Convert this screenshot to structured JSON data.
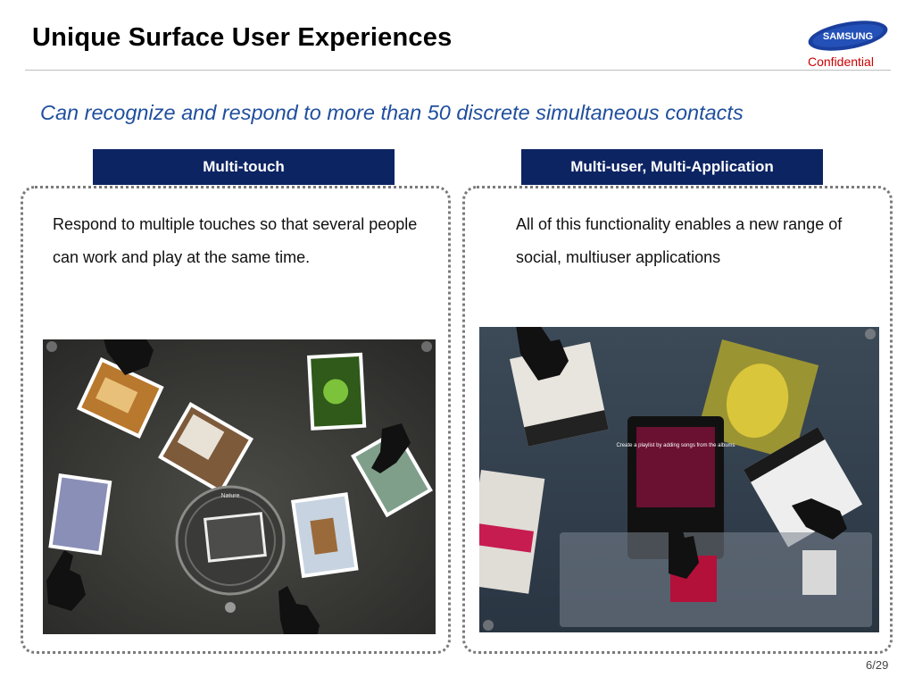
{
  "header": {
    "title": "Unique Surface User Experiences",
    "brand": "SAMSUNG",
    "confidential": "Confidential"
  },
  "subtitle": "Can recognize and respond to more than 50 discrete simultaneous contacts",
  "left": {
    "tab": "Multi-touch",
    "description": "Respond to multiple touches so that several people can work and play at the same time.",
    "photo_label": "Nature"
  },
  "right": {
    "tab": "Multi-user, Multi-Application",
    "description": "All of this functionality enables a new range of social, multiuser applications",
    "playlist_text": "Create a playlist by adding songs from the albums"
  },
  "page_number": "6/29",
  "colors": {
    "tab_bg": "#0d2463",
    "subtitle": "#1f4e9e",
    "confidential": "#cc0000"
  }
}
